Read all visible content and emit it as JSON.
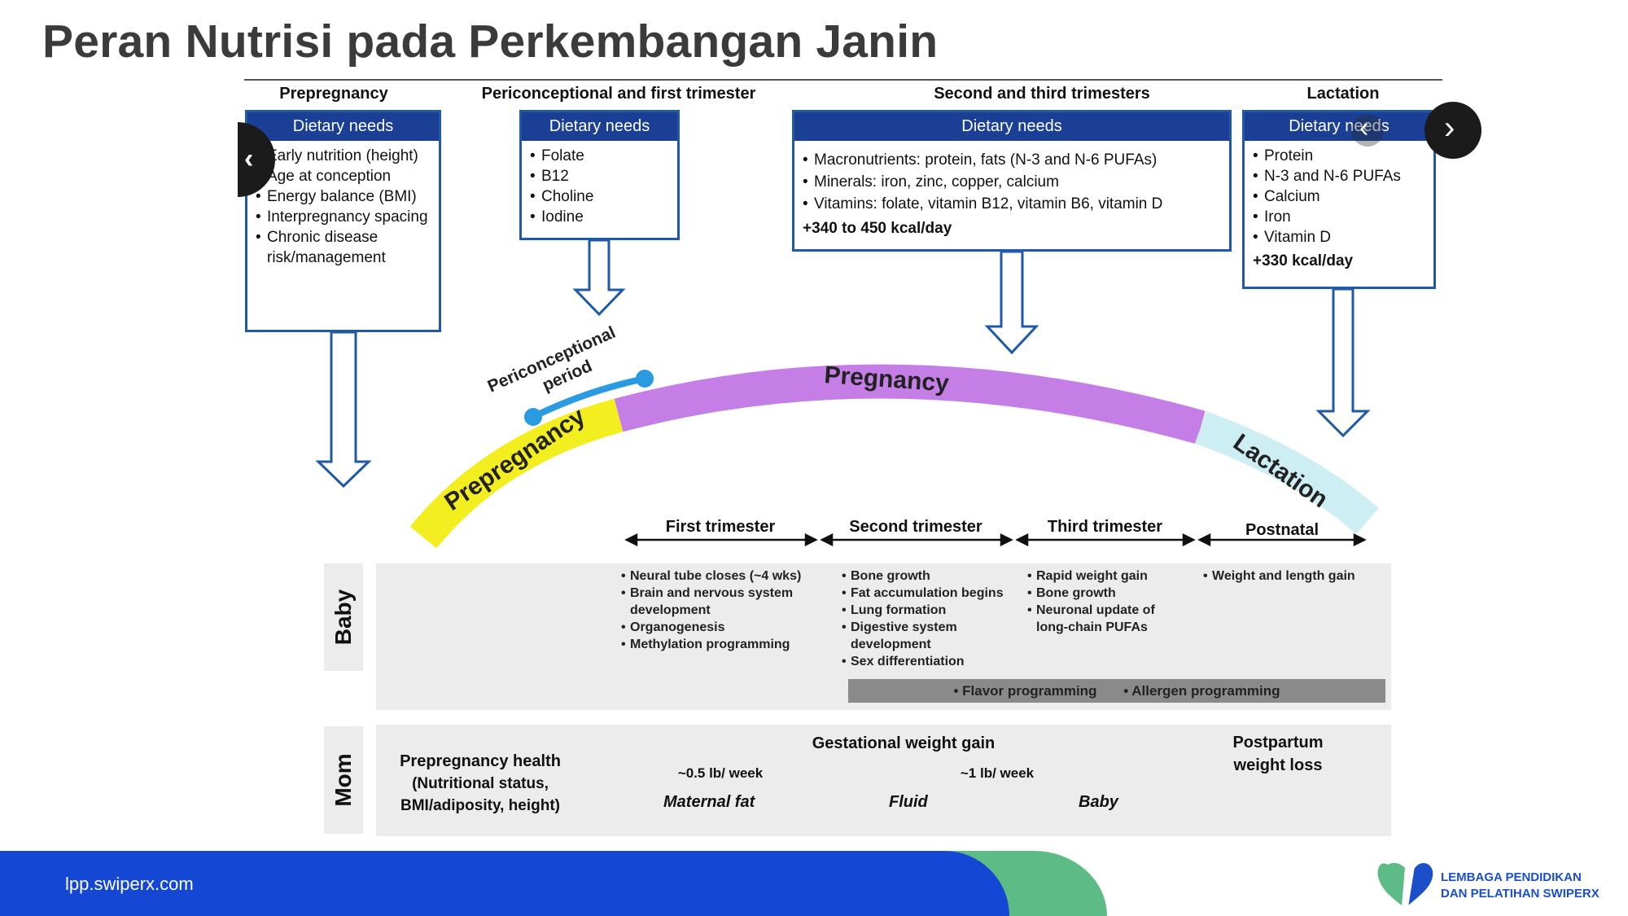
{
  "title": "Peran Nutrisi pada Perkembangan Janin",
  "phases": {
    "prepregnancy": {
      "heading": "Prepregnancy",
      "box_title": "Dietary needs",
      "items": [
        "Early nutrition (height)",
        "Age at conception",
        "Energy balance (BMI)",
        "Interpregnancy spacing",
        "Chronic disease risk/management"
      ]
    },
    "periconceptional": {
      "heading": "Periconceptional and first trimester",
      "box_title": "Dietary needs",
      "items": [
        "Folate",
        "B12",
        "Choline",
        "Iodine"
      ]
    },
    "second_third": {
      "heading": "Second and third trimesters",
      "box_title": "Dietary needs",
      "items": [
        "Macronutrients: protein, fats (N-3 and N-6 PUFAs)",
        "Minerals: iron, zinc, copper, calcium",
        "Vitamins: folate, vitamin B12, vitamin B6, vitamin D"
      ],
      "kcal": "+340 to 450 kcal/day"
    },
    "lactation": {
      "heading": "Lactation",
      "box_title": "Dietary needs",
      "items": [
        "Protein",
        "N-3 and N-6 PUFAs",
        "Calcium",
        "Iron",
        "Vitamin D"
      ],
      "kcal": "+330 kcal/day"
    }
  },
  "arc": {
    "prepregnancy": "Prepregnancy",
    "pregnancy": "Pregnancy",
    "lactation": "Lactation",
    "periconceptional_line1": "Periconceptional",
    "periconceptional_line2": "period",
    "colors": {
      "prepregnancy": "#f3ee1f",
      "pregnancy": "#c47ee6",
      "lactation": "#cdeef3",
      "periconceptional": "#2a9be0"
    }
  },
  "timeline": {
    "headers": [
      "First trimester",
      "Second trimester",
      "Third trimester",
      "Postnatal"
    ]
  },
  "baby": {
    "label": "Baby",
    "first": [
      "Neural tube closes (~4 wks)",
      "Brain and nervous system development",
      "Organogenesis",
      "Methylation programming"
    ],
    "second": [
      "Bone growth",
      "Fat accumulation begins",
      "Lung formation",
      "Digestive system development",
      "Sex differentiation"
    ],
    "third": [
      "Rapid weight gain",
      "Bone growth",
      "Neuronal update of long-chain PUFAs"
    ],
    "postnatal": [
      "Weight and length gain"
    ],
    "programming": [
      "Flavor programming",
      "Allergen programming"
    ]
  },
  "mom": {
    "label": "Mom",
    "prepregnancy_line1": "Prepregnancy health",
    "prepregnancy_line2": "(Nutritional status,",
    "prepregnancy_line3": "BMI/adiposity, height)",
    "gestational": "Gestational weight  gain",
    "rate1": "~0.5 lb/ week",
    "rate2": "~1 lb/ week",
    "maternal_fat": "Maternal fat",
    "fluid": "Fluid",
    "baby": "Baby",
    "postpartum_line1": "Postpartum",
    "postpartum_line2": "weight loss"
  },
  "footer": {
    "url": "lpp.swiperx.com",
    "brand_line1": "LEMBAGA PENDIDIKAN",
    "brand_line2": "DAN PELATIHAN SWIPERX",
    "colors": {
      "blue": "#1447d4",
      "green": "#5dbc85"
    }
  }
}
